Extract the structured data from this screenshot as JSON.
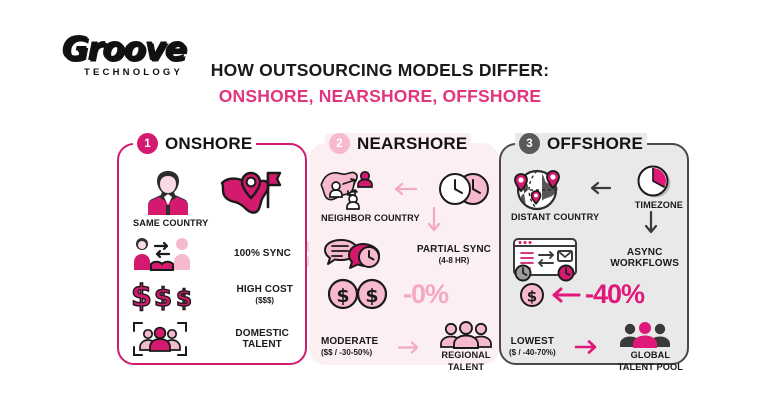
{
  "brand": {
    "logo_word": "Groove",
    "logo_sub": "TECHNOLOGY",
    "accent_pink": "#e0357f",
    "accent_magenta": "#d41a6e",
    "accent_light_pink": "#f7b9ce",
    "accent_dark": "#4a4a4a"
  },
  "title": {
    "line1": "HOW OUTSOURCING MODELS DIFFER:",
    "line2": "ONSHORE, NEARSHORE, OFFSHORE"
  },
  "panels": [
    {
      "number": "1",
      "name": "ONSHORE",
      "icons": [
        "businesswoman-icon",
        "country-map-pin-flag-icon",
        "handshake-exchange-icon",
        "triple-dollar-icon",
        "domestic-team-frame-icon"
      ],
      "rows": [
        {
          "label": "SAME COUNTRY",
          "sub": ""
        },
        {
          "label": "100% SYNC",
          "sub": ""
        },
        {
          "label": "HIGH COST",
          "sub": "($$$)"
        },
        {
          "label": "DOMESTIC",
          "sub": "TALENT"
        }
      ]
    },
    {
      "number": "2",
      "name": "NEARSHORE",
      "icons": [
        "neighbor-country-users-icon",
        "two-clocks-icon",
        "chat-clock-icon",
        "double-coin-icon",
        "regional-team-icon"
      ],
      "rows": [
        {
          "label": "NEIGHBOR COUNTRY",
          "sub": ""
        },
        {
          "label": "PARTIAL SYNC",
          "sub": "(4-8 HR)"
        },
        {
          "label": "MODERATE",
          "sub": "($$ / -30-50%)"
        },
        {
          "label": "REGIONAL",
          "sub": "TALENT"
        }
      ],
      "savings": "-0%"
    },
    {
      "number": "3",
      "name": "OFFSHORE",
      "icons": [
        "globe-pins-icon",
        "timezone-clock-icon",
        "workflow-board-icon",
        "single-coin-icon",
        "global-team-icon"
      ],
      "rows": [
        {
          "label": "DISTANT COUNTRY",
          "sub": ""
        },
        {
          "label": "TIMEZONE",
          "sub": ""
        },
        {
          "label": "ASYNC",
          "sub": "WORKFLOWS"
        },
        {
          "label": "LOWEST",
          "sub": "($ / -40-70%)"
        },
        {
          "label": "GLOBAL",
          "sub": "TALENT POOL"
        }
      ],
      "savings": "-40%"
    }
  ]
}
